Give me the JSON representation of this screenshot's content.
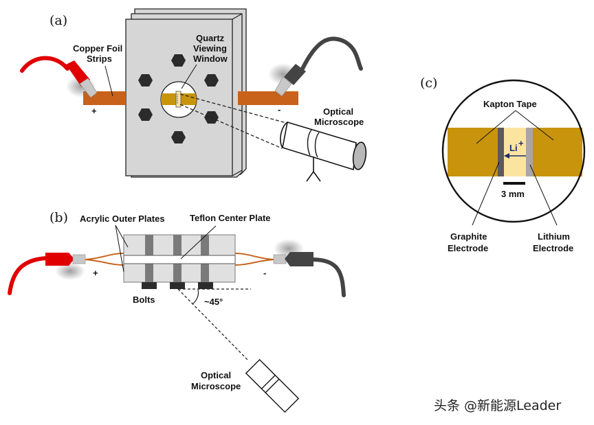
{
  "figure": {
    "panels": {
      "a": {
        "label": "(a)",
        "copper_foil_label_1": "Copper Foil",
        "copper_foil_label_2": "Strips",
        "window_label_1": "Quartz",
        "window_label_2": "Viewing",
        "window_label_3": "Window",
        "microscope_label_1": "Optical",
        "microscope_label_2": "Microscope",
        "positive": "+",
        "negative": "-"
      },
      "b": {
        "label": "(b)",
        "acrylic_label": "Acrylic Outer Plates",
        "teflon_label": "Teflon Center Plate",
        "bolts_label": "Bolts",
        "angle_label": "~45°",
        "microscope_label_1": "Optical",
        "microscope_label_2": "Microscope",
        "positive": "+",
        "negative": "-"
      },
      "c": {
        "label": "(c)",
        "kapton_label": "Kapton Tape",
        "ion_label": "Li",
        "ion_charge": "+",
        "scale_label": "3 mm",
        "graphite_label_1": "Graphite",
        "graphite_label_2": "Electrode",
        "lithium_label_1": "Lithium",
        "lithium_label_2": "Electrode"
      }
    },
    "watermark": "头条 @新能源Leader",
    "colors": {
      "copper": "#c8621a",
      "kapton": "#c8940c",
      "electrolyte": "#fbe4a0",
      "graphite": "#5a5a5a",
      "lithium": "#a6a6a6",
      "plate": "#d6d6d6",
      "positive_lead": "#e00000",
      "negative_lead": "#444444",
      "ion_arrow": "#1a2a6a"
    }
  }
}
